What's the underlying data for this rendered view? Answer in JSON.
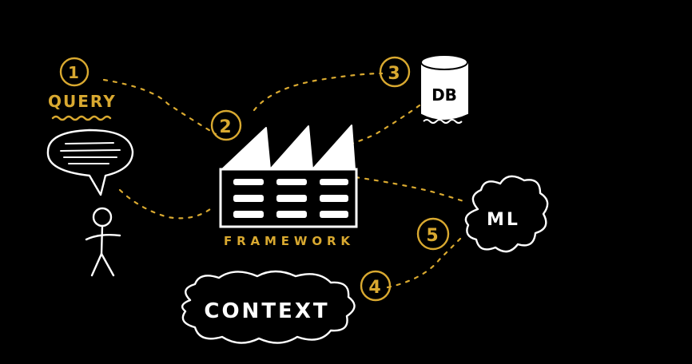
{
  "diagram": {
    "query_label": "QUERY",
    "framework_label": "FRAMEWORK",
    "db_label": "DB",
    "ml_label": "ML",
    "context_label": "CONTEXT",
    "steps": [
      "1",
      "2",
      "3",
      "4",
      "5"
    ]
  },
  "colors": {
    "background": "#000000",
    "accent": "#D9A930",
    "foreground": "#FFFFFF"
  }
}
